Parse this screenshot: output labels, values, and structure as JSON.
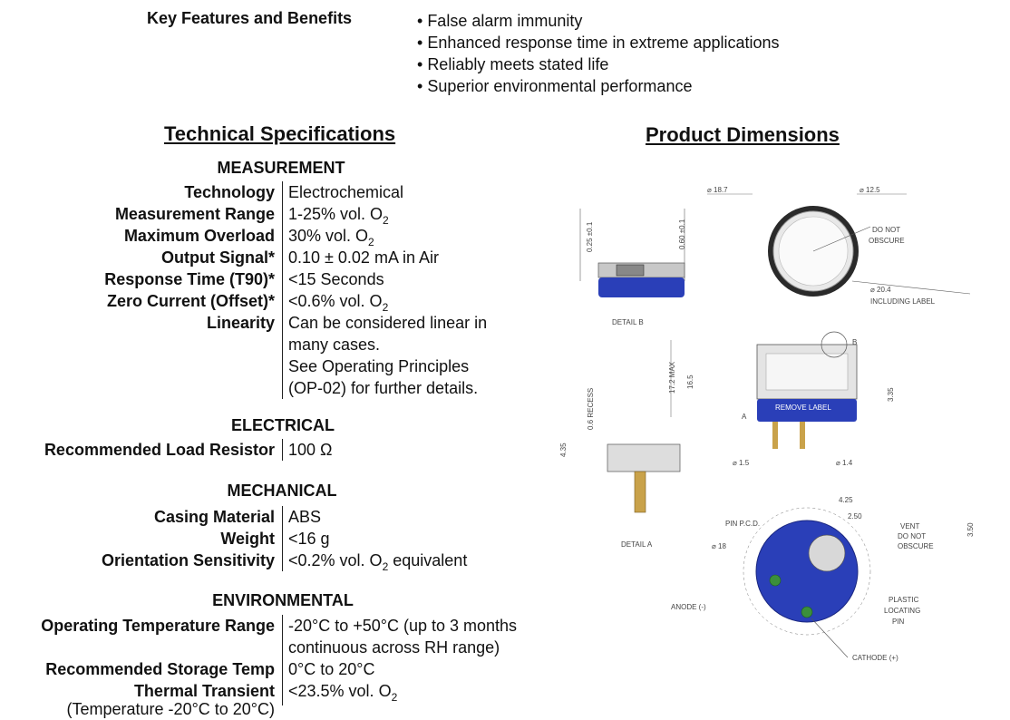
{
  "key_features": {
    "label": "Key Features and Benefits",
    "items": [
      "False alarm immunity",
      "Enhanced response time in extreme applications",
      "Reliably meets stated life",
      "Superior environmental performance"
    ]
  },
  "tech_specs": {
    "heading": "Technical Specifications",
    "sections": {
      "measurement": "MEASUREMENT",
      "electrical": "ELECTRICAL",
      "mechanical": "MECHANICAL",
      "environmental": "ENVIRONMENTAL"
    },
    "rows": {
      "technology": {
        "label": "Technology",
        "value": "Electrochemical"
      },
      "range": {
        "label": "Measurement Range",
        "value": "1-25% vol. O",
        "sub": "2"
      },
      "overload": {
        "label": "Maximum Overload",
        "value": "30% vol. O",
        "sub": "2"
      },
      "output": {
        "label": "Output Signal*",
        "value": "0.10 ± 0.02 mA in Air"
      },
      "response": {
        "label": "Response Time (T90)*",
        "value": "<15 Seconds"
      },
      "zero": {
        "label": "Zero Current (Offset)*",
        "value": "<0.6% vol. O",
        "sub": "2"
      },
      "linearity": {
        "label": "Linearity",
        "lines": [
          "Can be considered linear in",
          "many cases.",
          "See Operating Principles",
          "(OP-02) for further details."
        ]
      },
      "load": {
        "label": "Recommended Load Resistor",
        "value": "100 Ω"
      },
      "casing": {
        "label": "Casing Material",
        "value": "ABS"
      },
      "weight": {
        "label": "Weight",
        "value": "<16 g"
      },
      "orientation": {
        "label": "Orientation Sensitivity",
        "value": "<0.2% vol. O",
        "sub": "2",
        "suffix": " equivalent"
      },
      "op_temp": {
        "label": "Operating Temperature Range",
        "lines": [
          "-20°C to +50°C (up to 3 months",
          "continuous across RH range)"
        ]
      },
      "storage": {
        "label": "Recommended Storage Temp",
        "value": "0°C to 20°C"
      },
      "thermal": {
        "label": "Thermal Transient",
        "value": "<23.5% vol. O",
        "sub": "2"
      },
      "thermal_cont": {
        "label": "(Temperature -20°C to 20°C)"
      }
    }
  },
  "product_dimensions": {
    "heading": "Product Dimensions",
    "labels": {
      "d187": "⌀ 18.7",
      "d125": "⌀ 12.5",
      "do_not_obscure": [
        "DO NOT",
        "OBSCURE"
      ],
      "d204": "⌀ 20.4",
      "including_label": "INCLUDING LABEL",
      "detail_b": "DETAIL B",
      "detail_a": "DETAIL A",
      "dim_025": "0.25 ±0.1",
      "dim_060": "0.60 ±0.1",
      "dim_172": "17.2 MAX",
      "dim_165": "16.5",
      "dim_335": "3.35",
      "dim_06": "0.6 RECESS",
      "dim_435": "4.35",
      "d15": "⌀ 1.5",
      "d14": "⌀ 1.4",
      "pin_pcd": "PIN P.C.D.",
      "d18": "⌀ 18",
      "dim_425": "4.25",
      "dim_250": "2.50",
      "vent": [
        "VENT",
        "DO NOT",
        "OBSCURE"
      ],
      "dim_350": "3.50",
      "anode": "ANODE (-)",
      "cathode": "CATHODE (+)",
      "plastic_pin": [
        "PLASTIC",
        "LOCATING",
        "PIN"
      ],
      "remove_label": "REMOVE LABEL",
      "letter_a": "A",
      "letter_b": "B"
    }
  }
}
